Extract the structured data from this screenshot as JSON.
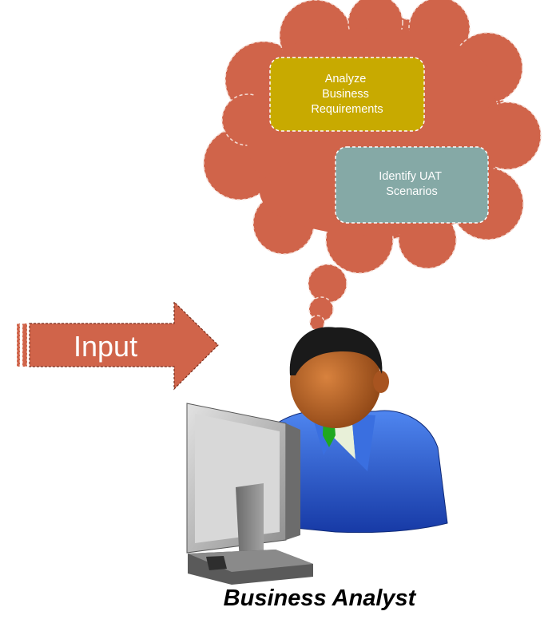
{
  "thought": {
    "box1_lines": [
      "Analyze",
      "Business",
      "Requirements"
    ],
    "box2_lines": [
      "Identify UAT",
      "Scenarios"
    ]
  },
  "input_arrow_label": "Input",
  "caption": "Business Analyst",
  "icons": {
    "thought_cloud": "thought-bubble-icon",
    "person": "business-person-icon",
    "monitor": "computer-monitor-icon",
    "arrow": "right-arrow-icon"
  },
  "colors": {
    "cloud": "#d0644a",
    "box1": "#c8aa00",
    "box2": "#85a9a6",
    "arrow": "#d0644a",
    "suit": "#2453c8",
    "skin": "#b65d24",
    "hair": "#1a1a1a"
  }
}
